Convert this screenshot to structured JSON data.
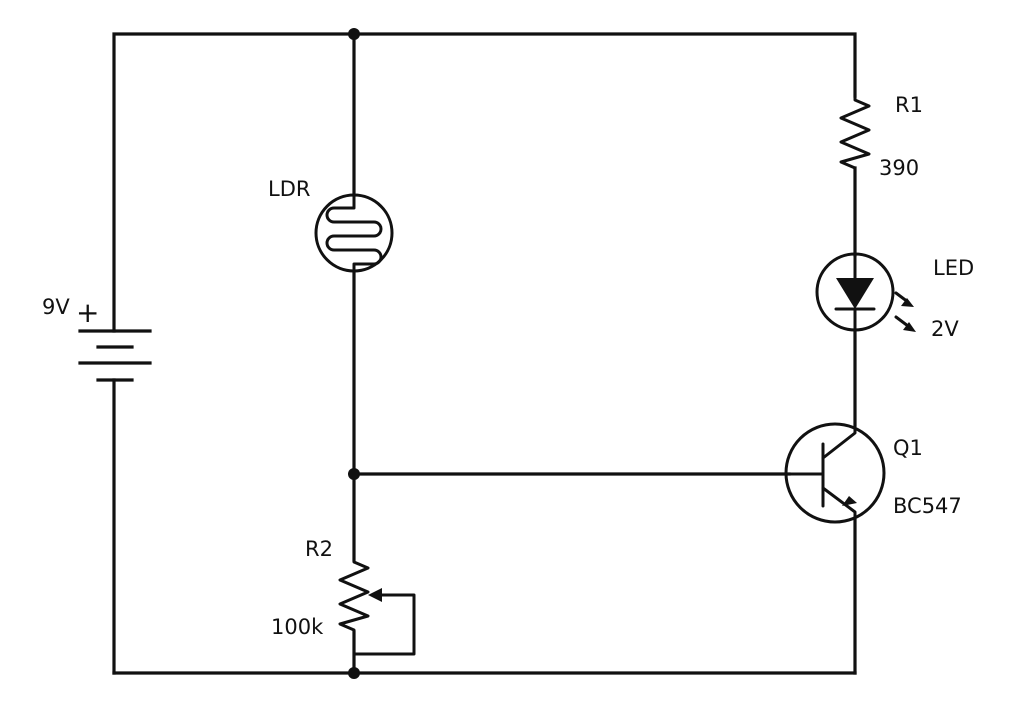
{
  "labels": {
    "battery": "9V",
    "battery_plus": "+",
    "ldr": "LDR",
    "r1_name": "R1",
    "r1_value": "390",
    "led_name": "LED",
    "led_value": "2V",
    "q1_name": "Q1",
    "q1_part": "BC547",
    "r2_name": "R2",
    "r2_value": "100k"
  },
  "components": [
    "battery",
    "ldr",
    "resistor",
    "led",
    "npn-transistor",
    "potentiometer"
  ]
}
